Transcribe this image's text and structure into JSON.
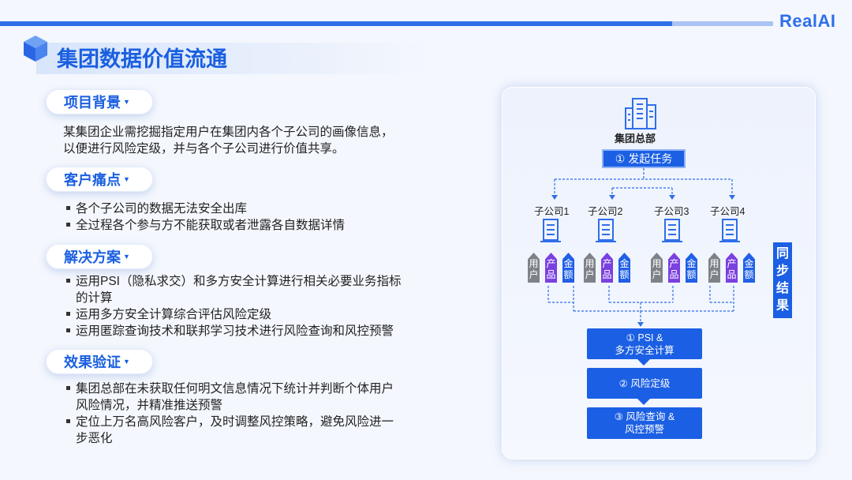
{
  "brand": {
    "logo": "RealAI",
    "primary_color": "#1b5fe4",
    "accent_light": "#a9c4f5"
  },
  "title": "集团数据价值流通",
  "sections": {
    "background": {
      "heading": "项目背景",
      "text_lines": [
        "某集团企业需挖掘指定用户在集团内各个子公司的画像信息，",
        "以便进行风险定级，并与各个子公司进行价值共享。"
      ]
    },
    "pain_points": {
      "heading": "客户痛点",
      "items": [
        "各个子公司的数据无法安全出库",
        "全过程各个参与方不能获取或者泄露各自数据详情"
      ]
    },
    "solution": {
      "heading": "解决方案",
      "items": [
        [
          "运用PSI（隐私求交）和多方安全计算进行相关必要业务指标",
          "的计算"
        ],
        [
          "运用多方安全计算综合评估风险定级"
        ],
        [
          "运用匿踪查询技术和联邦学习技术进行风险查询和风控预警"
        ]
      ]
    },
    "results": {
      "heading": "效果验证",
      "items": [
        [
          "集团总部在未获取任何明文信息情况下统计并判断个体用户",
          "风险情况，并精准推送预警"
        ],
        [
          "定位上万名高风险客户，及时调整风控策略，避免风险进一",
          "步恶化"
        ]
      ]
    }
  },
  "diagram": {
    "hq_label": "集团总部",
    "start_task": "① 发起任务",
    "subsidiaries": [
      "子公司1",
      "子公司2",
      "子公司3",
      "子公司4"
    ],
    "data_tags": [
      "用户",
      "产品",
      "金额"
    ],
    "sync_result": "同步结果",
    "steps": [
      {
        "line1": "① PSI &",
        "line2": "多方安全计算"
      },
      {
        "line1": "② 风险定级",
        "line2": ""
      },
      {
        "line1": "③ 风险查询 &",
        "line2": "风控预警"
      }
    ]
  }
}
